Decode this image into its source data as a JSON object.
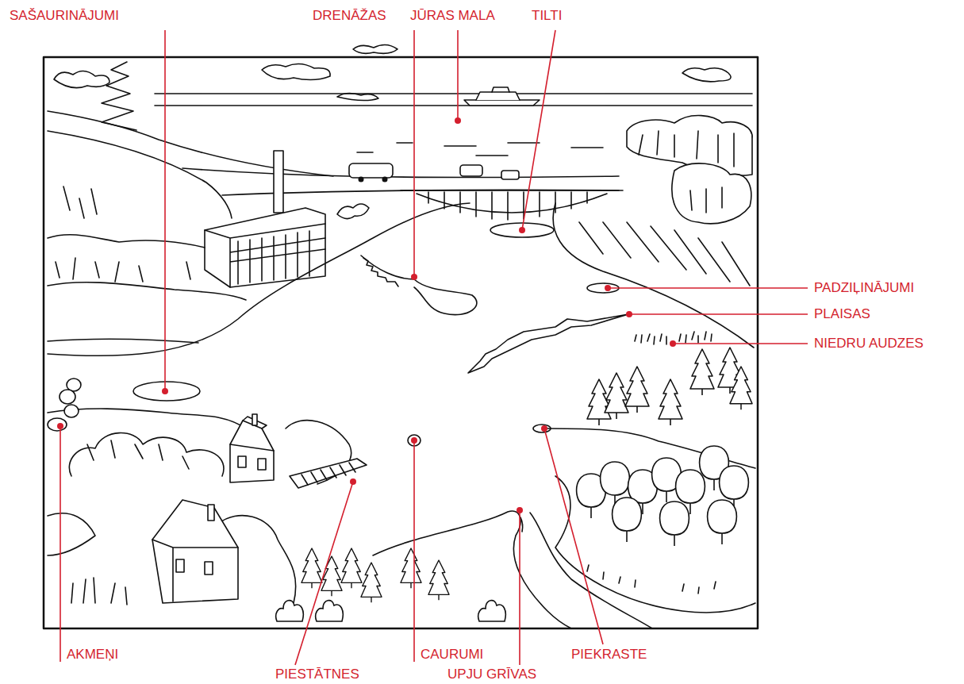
{
  "diagram": {
    "labels": [
      "SAŠAURINĀJUMI",
      "DRENĀŽAS",
      "JŪRAS MALA",
      "TILTI",
      "PADZIĻINĀJUMI",
      "PLAISAS",
      "NIEDRU AUDZES",
      "AKMEŅI",
      "PIESTĀTNES",
      "CAURUMI",
      "PIEKRASTE",
      "UPJU GRĪVAS"
    ]
  }
}
